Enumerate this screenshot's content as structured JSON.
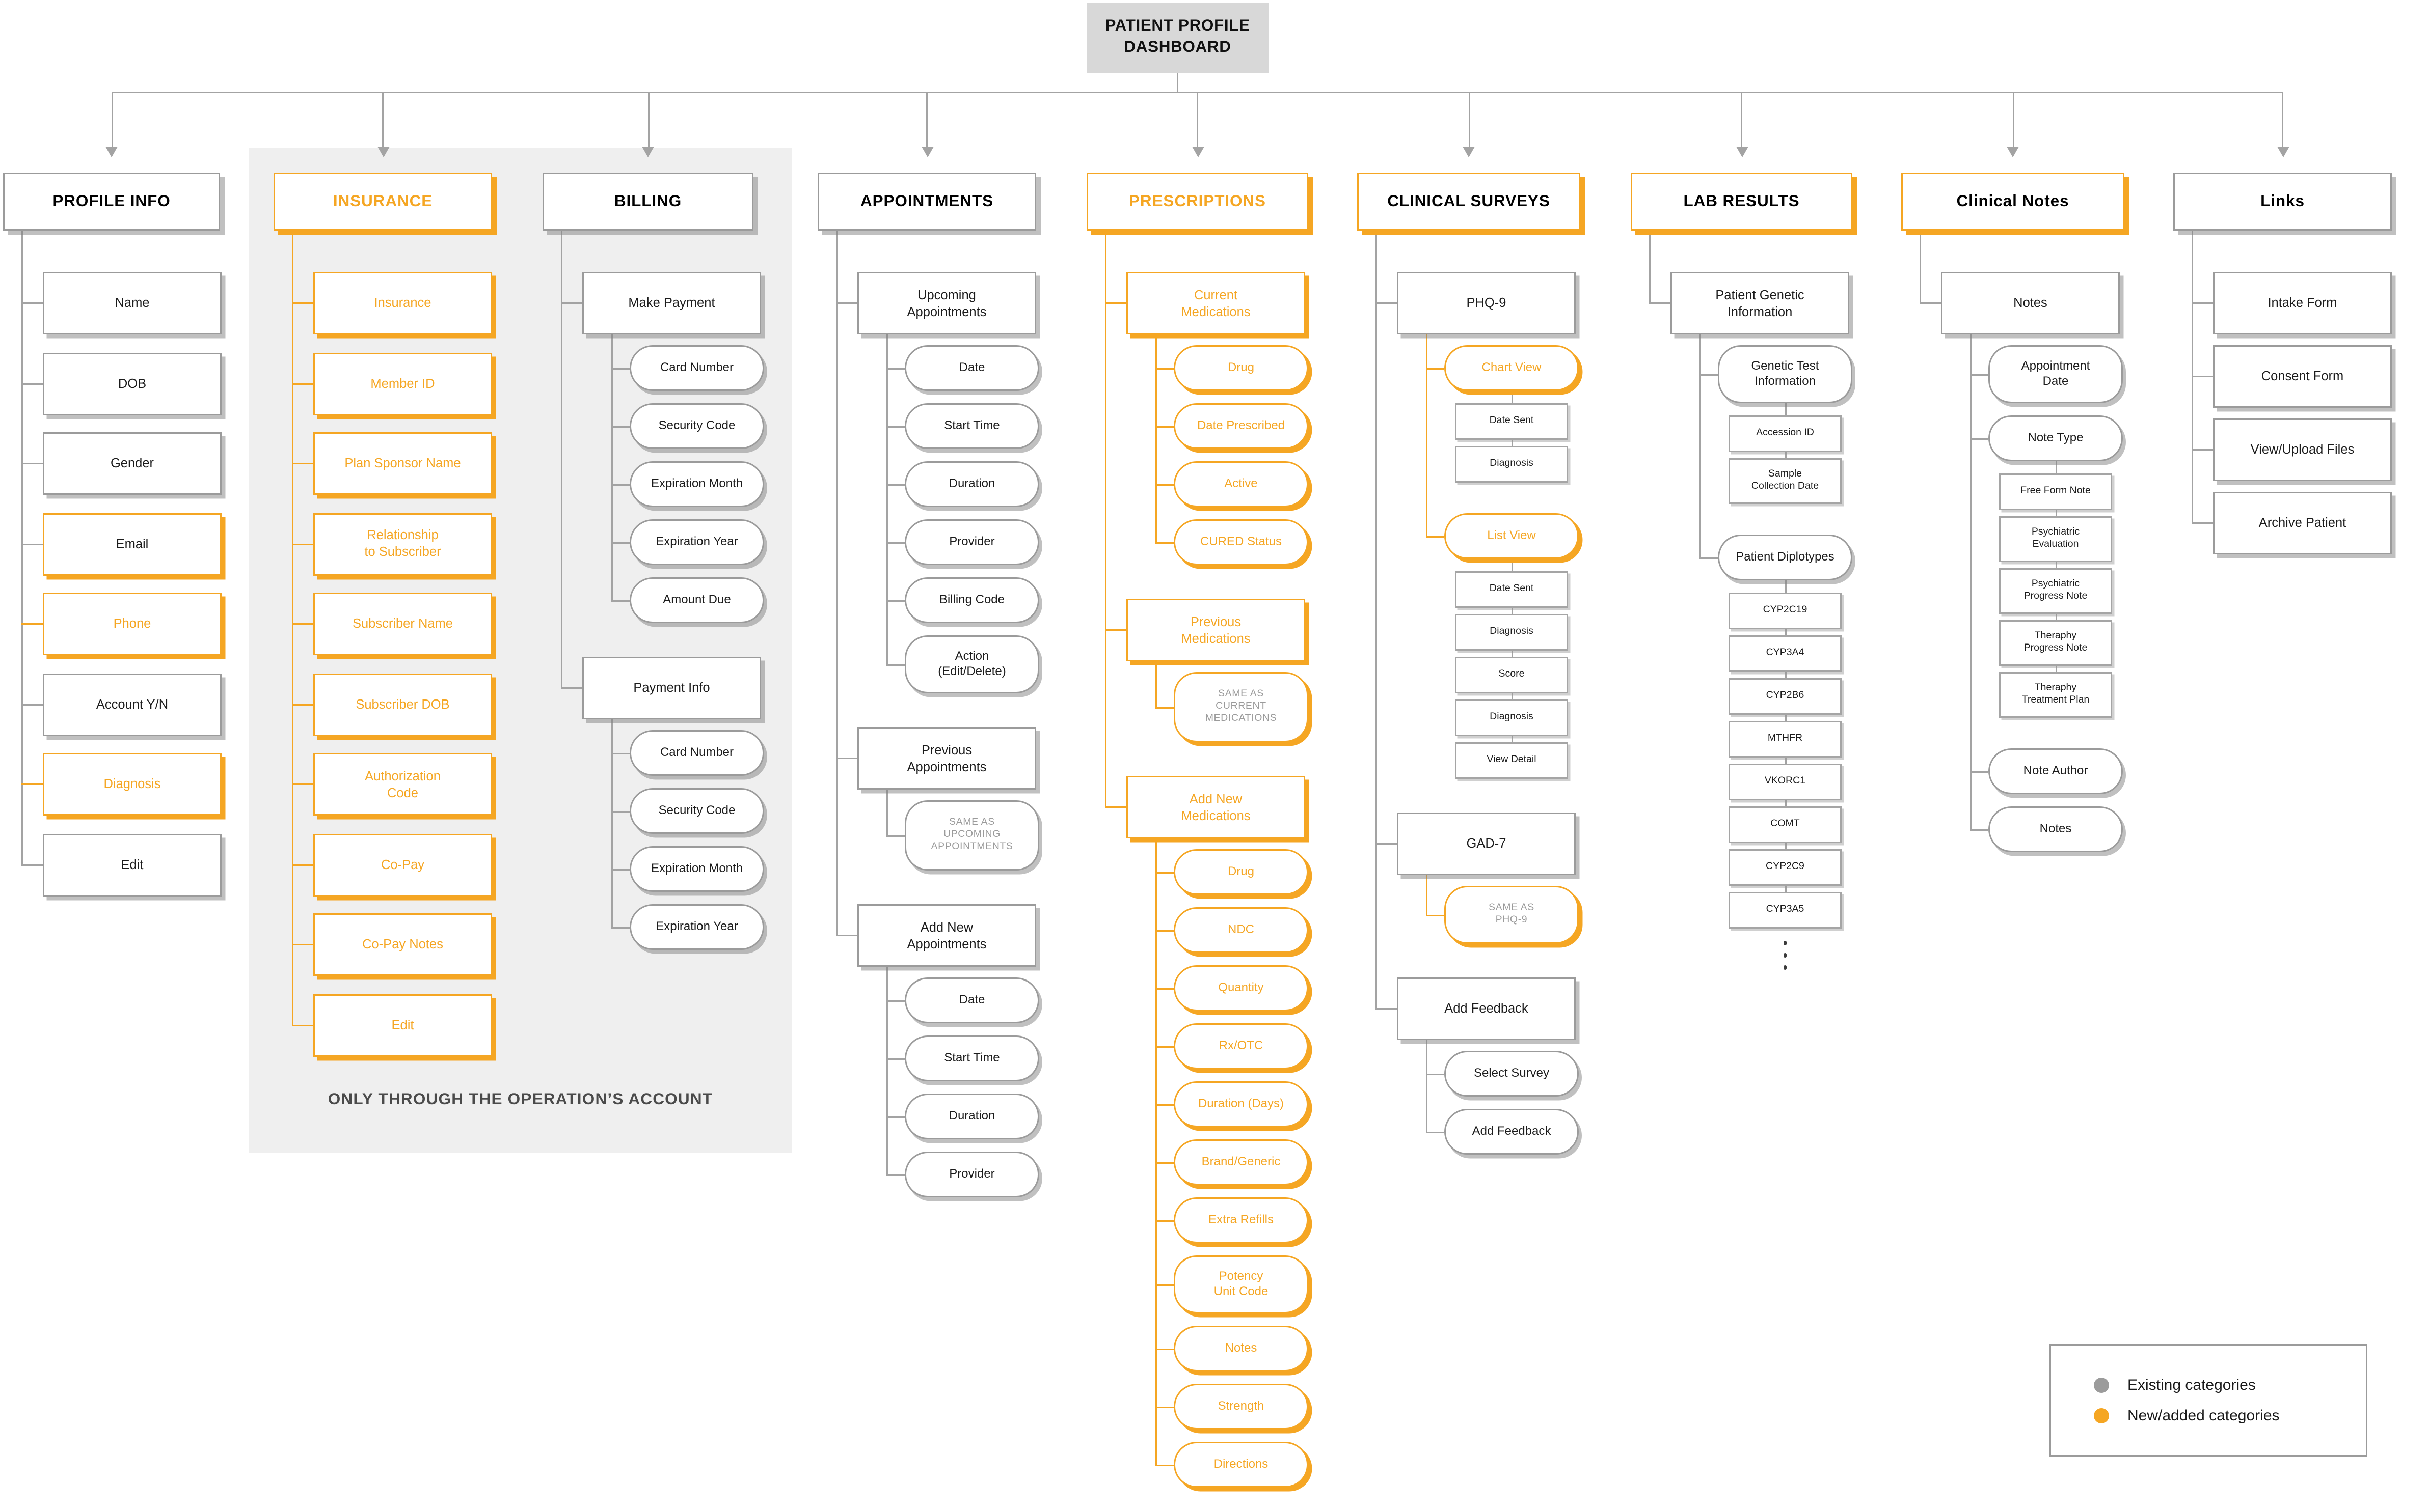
{
  "root": {
    "title": "PATIENT PROFILE DASHBOARD"
  },
  "panel_note": "ONLY THROUGH THE OPERATION’S ACCOUNT",
  "colors": {
    "accent_orange": "#F5A623",
    "existing_gray": "#9B9B9B"
  },
  "legend": {
    "items": [
      {
        "label": "Existing categories",
        "color": "#9B9B9B"
      },
      {
        "label": "New/added categories",
        "color": "#F5A623"
      }
    ]
  },
  "columns": [
    {
      "id": "profile-info",
      "title": "PROFILE INFO",
      "header_border": "gray",
      "header_text": "black",
      "trunk": "gray",
      "rect_gap": 11.5,
      "nodes": [
        {
          "label": "Name"
        },
        {
          "label": "DOB"
        },
        {
          "label": "Gender"
        },
        {
          "label": "Email",
          "color": "orange"
        },
        {
          "label": "Phone",
          "color": "orange",
          "text": "orange"
        },
        {
          "label": "Account Y/N"
        },
        {
          "label": "Diagnosis",
          "color": "orange",
          "text": "orange"
        },
        {
          "label": "Edit"
        }
      ]
    },
    {
      "id": "insurance",
      "title": "INSURANCE",
      "header_border": "orange",
      "header_text": "orange",
      "trunk": "orange",
      "rect_gap": 11.5,
      "nodes": [
        {
          "label": "Insurance",
          "color": "orange",
          "text": "orange"
        },
        {
          "label": "Member ID",
          "color": "orange",
          "text": "orange"
        },
        {
          "label": "Plan Sponsor Name",
          "color": "orange",
          "text": "orange"
        },
        {
          "label": "Relationship\nto Subscriber",
          "color": "orange",
          "text": "orange"
        },
        {
          "label": "Subscriber Name",
          "color": "orange",
          "text": "orange"
        },
        {
          "label": "Subscriber DOB",
          "color": "orange",
          "text": "orange"
        },
        {
          "label": "Authorization\nCode",
          "color": "orange",
          "text": "orange"
        },
        {
          "label": "Co-Pay",
          "color": "orange",
          "text": "orange"
        },
        {
          "label": "Co-Pay Notes",
          "color": "orange",
          "text": "orange"
        },
        {
          "label": "Edit",
          "color": "orange",
          "text": "orange"
        }
      ]
    },
    {
      "id": "billing",
      "title": "BILLING",
      "header_border": "gray",
      "header_text": "black",
      "trunk": "gray",
      "nodes": [
        {
          "label": "Make Payment",
          "children": [
            {
              "label": "Card Number"
            },
            {
              "label": "Security Code"
            },
            {
              "label": "Expiration Month"
            },
            {
              "label": "Expiration Year"
            },
            {
              "label": "Amount Due"
            }
          ]
        },
        {
          "label": "Payment Info",
          "children": [
            {
              "label": "Card Number"
            },
            {
              "label": "Security Code"
            },
            {
              "label": "Expiration Month"
            },
            {
              "label": "Expiration Year"
            }
          ]
        }
      ]
    },
    {
      "id": "appointments",
      "title": "APPOINTMENTS",
      "header_border": "gray",
      "header_text": "black",
      "trunk": "gray",
      "nodes": [
        {
          "label": "Upcoming\nAppointments",
          "children": [
            {
              "label": "Date"
            },
            {
              "label": "Start Time"
            },
            {
              "label": "Duration"
            },
            {
              "label": "Provider"
            },
            {
              "label": "Billing Code"
            },
            {
              "label": "Action\n(Edit/Delete)"
            }
          ]
        },
        {
          "label": "Previous\nAppointments",
          "children": [
            {
              "label": "SAME AS\nUPCOMING\nAPPOINTMENTS",
              "text": "gray"
            }
          ]
        },
        {
          "label": "Add New\nAppointments",
          "children": [
            {
              "label": "Date"
            },
            {
              "label": "Start Time"
            },
            {
              "label": "Duration"
            },
            {
              "label": "Provider"
            }
          ]
        }
      ]
    },
    {
      "id": "prescriptions",
      "title": "PRESCRIPTIONS",
      "header_border": "orange",
      "header_text": "orange",
      "trunk": "orange",
      "nodes": [
        {
          "label": "Current\nMedications",
          "color": "orange",
          "text": "orange",
          "children": [
            {
              "label": "Drug",
              "color": "orange",
              "text": "orange"
            },
            {
              "label": "Date Prescribed",
              "color": "orange",
              "text": "orange"
            },
            {
              "label": "Active",
              "color": "orange",
              "text": "orange"
            },
            {
              "label": "CURED Status",
              "color": "orange",
              "text": "orange"
            }
          ]
        },
        {
          "label": "Previous\nMedications",
          "color": "orange",
          "text": "orange",
          "children": [
            {
              "label": "SAME AS\nCURRENT\nMEDICATIONS",
              "color": "orange",
              "text": "gray"
            }
          ]
        },
        {
          "label": "Add New\nMedications",
          "color": "orange",
          "text": "orange",
          "children": [
            {
              "label": "Drug",
              "color": "orange",
              "text": "orange"
            },
            {
              "label": "NDC",
              "color": "orange",
              "text": "orange"
            },
            {
              "label": "Quantity",
              "color": "orange",
              "text": "orange"
            },
            {
              "label": "Rx/OTC",
              "color": "orange",
              "text": "orange"
            },
            {
              "label": "Duration (Days)",
              "color": "orange",
              "text": "orange"
            },
            {
              "label": "Brand/Generic",
              "color": "orange",
              "text": "orange"
            },
            {
              "label": "Extra Refills",
              "color": "orange",
              "text": "orange"
            },
            {
              "label": "Potency\nUnit Code",
              "color": "orange",
              "text": "orange"
            },
            {
              "label": "Notes",
              "color": "orange",
              "text": "orange"
            },
            {
              "label": "Strength",
              "color": "orange",
              "text": "orange"
            },
            {
              "label": "Directions",
              "color": "orange",
              "text": "orange"
            }
          ]
        }
      ]
    },
    {
      "id": "clinical-surveys",
      "title": "CLINICAL SURVEYS",
      "header_border": "orange",
      "header_text": "black",
      "trunk": "gray",
      "nodes": [
        {
          "label": "PHQ-9",
          "children": [
            {
              "label": "Chart View",
              "color": "orange",
              "text": "orange",
              "children": [
                {
                  "label": "Date Sent"
                },
                {
                  "label": "Diagnosis"
                }
              ]
            },
            {
              "label": "List View",
              "color": "orange",
              "text": "orange",
              "children": [
                {
                  "label": "Date Sent"
                },
                {
                  "label": "Diagnosis"
                },
                {
                  "label": "Score"
                },
                {
                  "label": "Diagnosis"
                },
                {
                  "label": "View Detail"
                }
              ]
            }
          ]
        },
        {
          "label": "GAD-7",
          "children": [
            {
              "label": "SAME AS\nPHQ-9",
              "color": "orange",
              "text": "gray"
            }
          ]
        },
        {
          "label": "Add Feedback",
          "children": [
            {
              "label": "Select Survey"
            },
            {
              "label": "Add Feedback"
            }
          ]
        }
      ]
    },
    {
      "id": "lab-results",
      "title": "LAB RESULTS",
      "header_border": "orange",
      "header_text": "black",
      "trunk": "gray",
      "nodes": [
        {
          "label": "Patient Genetic\nInformation",
          "children": [
            {
              "label": "Genetic Test\nInformation",
              "children": [
                {
                  "label": "Accession ID"
                },
                {
                  "label": "Sample\nCollection Date"
                }
              ]
            },
            {
              "label": "Patient Diplotypes",
              "ellipsis_after": true,
              "children": [
                {
                  "label": "CYP2C19"
                },
                {
                  "label": "CYP3A4"
                },
                {
                  "label": "CYP2B6"
                },
                {
                  "label": "MTHFR"
                },
                {
                  "label": "VKORC1"
                },
                {
                  "label": "COMT"
                },
                {
                  "label": "CYP2C9"
                },
                {
                  "label": "CYP3A5"
                }
              ]
            }
          ]
        }
      ]
    },
    {
      "id": "clinical-notes",
      "title": "Clinical Notes",
      "header_border": "orange",
      "header_text": "black",
      "trunk": "gray",
      "nodes": [
        {
          "label": "Notes",
          "children": [
            {
              "label": "Appointment\nDate"
            },
            {
              "label": "Note Type",
              "children": [
                {
                  "label": "Free Form Note"
                },
                {
                  "label": "Psychiatric\nEvaluation"
                },
                {
                  "label": "Psychiatric\nProgress Note"
                },
                {
                  "label": "Theraphy\nProgress Note"
                },
                {
                  "label": "Theraphy\nTreatment Plan"
                }
              ]
            },
            {
              "label": "Note Author"
            },
            {
              "label": "Notes"
            }
          ]
        }
      ]
    },
    {
      "id": "links",
      "title": "Links",
      "header_border": "gray",
      "header_text": "black",
      "trunk": "gray",
      "rect_gap": 7,
      "nodes": [
        {
          "label": "Intake Form"
        },
        {
          "label": "Consent Form"
        },
        {
          "label": "View/Upload Files"
        },
        {
          "label": "Archive Patient"
        }
      ]
    }
  ]
}
